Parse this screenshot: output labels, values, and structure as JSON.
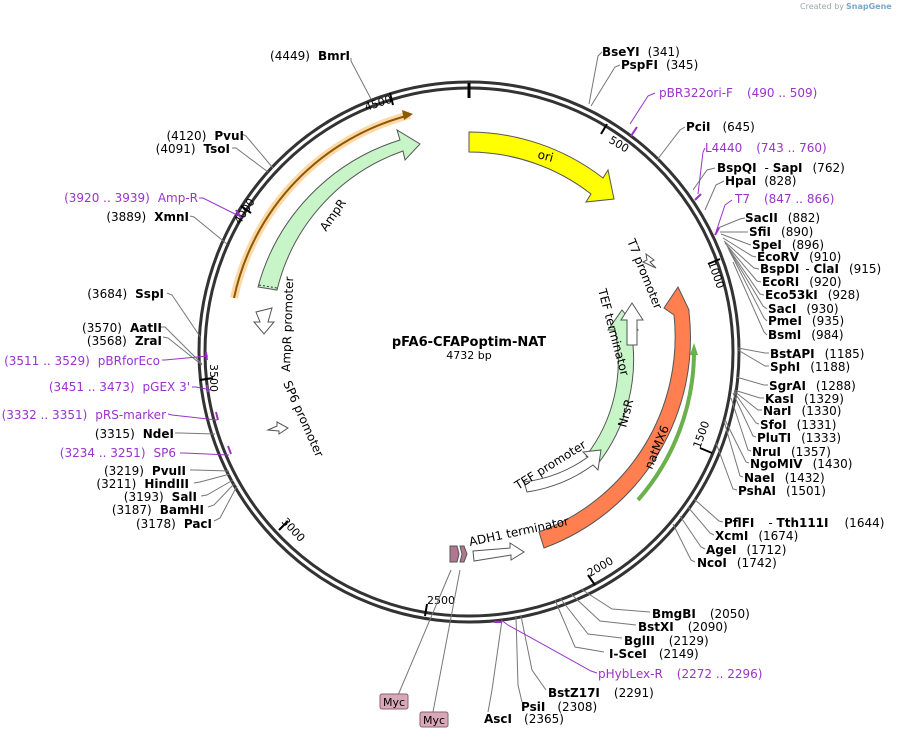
{
  "watermark": {
    "prefix": "Created by",
    "brand": "SnapGene"
  },
  "plasmid": {
    "name": "pFA6-CFAPoptim-NAT",
    "size": "4732 bp",
    "length": 4732
  },
  "ticks": [
    "500",
    "1000",
    "1500",
    "2000",
    "2500",
    "3000",
    "3500",
    "4000",
    "4500"
  ],
  "sites": [
    {
      "id": "bseyi",
      "name": "BseYI",
      "pos": "(341)"
    },
    {
      "id": "pspfi",
      "name": "PspFI",
      "pos": "(345)"
    },
    {
      "id": "pcii",
      "name": "PciI",
      "pos": "(645)"
    },
    {
      "id": "bspqi",
      "name": "BspQI",
      "pos": "(762)",
      "alt": "SapI"
    },
    {
      "id": "hpai",
      "name": "HpaI",
      "pos": "(828)"
    },
    {
      "id": "sacii",
      "name": "SacII",
      "pos": "(882)"
    },
    {
      "id": "sfii",
      "name": "SfiI",
      "pos": "(890)"
    },
    {
      "id": "spei",
      "name": "SpeI",
      "pos": "(896)"
    },
    {
      "id": "ecorv",
      "name": "EcoRV",
      "pos": "(910)"
    },
    {
      "id": "bspdi",
      "name": "BspDI",
      "pos": "(915)",
      "alt": "ClaI"
    },
    {
      "id": "ecori",
      "name": "EcoRI",
      "pos": "(920)"
    },
    {
      "id": "eco53ki",
      "name": "Eco53kI",
      "pos": "(928)"
    },
    {
      "id": "saci",
      "name": "SacI",
      "pos": "(930)"
    },
    {
      "id": "pmei",
      "name": "PmeI",
      "pos": "(935)"
    },
    {
      "id": "bsmi",
      "name": "BsmI",
      "pos": "(984)"
    },
    {
      "id": "bstapi",
      "name": "BstAPI",
      "pos": "(1185)"
    },
    {
      "id": "sphi",
      "name": "SphI",
      "pos": "(1188)"
    },
    {
      "id": "sgrai",
      "name": "SgrAI",
      "pos": "(1288)"
    },
    {
      "id": "kasi",
      "name": "KasI",
      "pos": "(1329)"
    },
    {
      "id": "nari",
      "name": "NarI",
      "pos": "(1330)"
    },
    {
      "id": "sfoi",
      "name": "SfoI",
      "pos": "(1331)"
    },
    {
      "id": "pluti",
      "name": "PluTI",
      "pos": "(1333)"
    },
    {
      "id": "nrui",
      "name": "NruI",
      "pos": "(1357)"
    },
    {
      "id": "ngomiv",
      "name": "NgoMIV",
      "pos": "(1430)"
    },
    {
      "id": "naei",
      "name": "NaeI",
      "pos": "(1432)"
    },
    {
      "id": "pshai",
      "name": "PshAI",
      "pos": "(1501)"
    },
    {
      "id": "pflfi",
      "name": "PflFI",
      "pos": "(1644)",
      "alt": "Tth111I"
    },
    {
      "id": "xcmi",
      "name": "XcmI",
      "pos": "(1674)"
    },
    {
      "id": "agei",
      "name": "AgeI",
      "pos": "(1712)"
    },
    {
      "id": "ncoi",
      "name": "NcoI",
      "pos": "(1742)"
    },
    {
      "id": "bmgbi",
      "name": "BmgBI",
      "pos": "(2050)"
    },
    {
      "id": "bstxi",
      "name": "BstXI",
      "pos": "(2090)"
    },
    {
      "id": "bglii",
      "name": "BglII",
      "pos": "(2129)"
    },
    {
      "id": "iscei",
      "name": "I-SceI",
      "pos": "(2149)"
    },
    {
      "id": "bstz17i",
      "name": "BstZ17I",
      "pos": "(2291)"
    },
    {
      "id": "psii",
      "name": "PsiI",
      "pos": "(2308)"
    },
    {
      "id": "asci",
      "name": "AscI",
      "pos": "(2365)"
    },
    {
      "id": "paci",
      "name": "PacI",
      "pos": "(3178)"
    },
    {
      "id": "bamhi",
      "name": "BamHI",
      "pos": "(3187)"
    },
    {
      "id": "sali",
      "name": "SalI",
      "pos": "(3193)"
    },
    {
      "id": "hindiii",
      "name": "HindIII",
      "pos": "(3211)"
    },
    {
      "id": "pvuii",
      "name": "PvuII",
      "pos": "(3219)"
    },
    {
      "id": "ndei",
      "name": "NdeI",
      "pos": "(3315)"
    },
    {
      "id": "zrai",
      "name": "ZraI",
      "pos": "(3568)"
    },
    {
      "id": "aatii",
      "name": "AatII",
      "pos": "(3570)"
    },
    {
      "id": "sspi",
      "name": "SspI",
      "pos": "(3684)"
    },
    {
      "id": "xmni",
      "name": "XmnI",
      "pos": "(3889)"
    },
    {
      "id": "tsoi",
      "name": "TsoI",
      "pos": "(4091)"
    },
    {
      "id": "pvui",
      "name": "PvuI",
      "pos": "(4120)"
    },
    {
      "id": "bmri",
      "name": "BmrI",
      "pos": "(4449)"
    }
  ],
  "primers": [
    {
      "id": "pbr322ori",
      "label": "pBR322ori-F",
      "range": "(490 .. 509)"
    },
    {
      "id": "l4440",
      "label": "L4440",
      "range": "(743 .. 760)"
    },
    {
      "id": "t7",
      "label": "T7",
      "range": "(847 .. 866)"
    },
    {
      "id": "phyblex",
      "label": "pHybLex-R",
      "range": "(2272 .. 2296)"
    },
    {
      "id": "sp6",
      "label": "SP6",
      "range": "(3234 .. 3251)"
    },
    {
      "id": "prs",
      "label": "pRS-marker",
      "range": "(3332 .. 3351)"
    },
    {
      "id": "pgex",
      "label": "pGEX 3'",
      "range": "(3451 .. 3473)"
    },
    {
      "id": "pbrforeco",
      "label": "pBRforEco",
      "range": "(3511 .. 3529)"
    },
    {
      "id": "ampr",
      "label": "Amp-R",
      "range": "(3920 .. 3939)"
    }
  ],
  "features": {
    "ori": "ori",
    "t7_promoter": "T7 promoter",
    "tef_terminator": "TEF terminator",
    "nrsr": "NrsR",
    "natmx6": "natMX6",
    "tef_promoter": "TEF promoter",
    "adh1_terminator": "ADH1 terminator",
    "sp6_promoter": "SP6 promoter",
    "ampr_promoter": "AmpR promoter",
    "ampr": "AmpR"
  },
  "myc_tags": [
    "Myc",
    "Myc"
  ],
  "colors": {
    "ori": "#ffff00",
    "natmx6": "#ff7f50",
    "nrsr": "#c8f5c8",
    "ampr": "#c8f5c8",
    "orf_orange": "#ffa500",
    "orf_green": "#7fbf3f",
    "primer": "#9933cc",
    "myc": "#d9a8b8"
  }
}
